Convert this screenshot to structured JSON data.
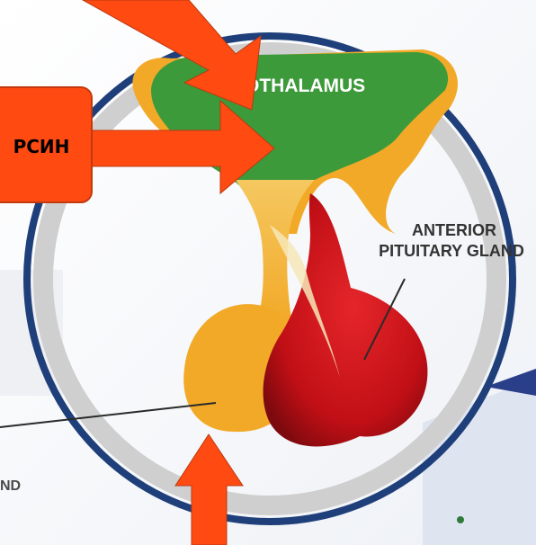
{
  "diagram": {
    "labels": {
      "hypothalamus": "OTHALAMUS",
      "anterior_line1": "ANTERIOR",
      "anterior_line2": "PITUITARY GLAND",
      "posterior_fragment": "ND",
      "callout": "РСИН"
    },
    "colors": {
      "hypothalamus": "#3d9a3a",
      "posterior": "#f2a928",
      "anterior": "#d0121c",
      "ring_outer": "#1f3f7a",
      "ring_inner": "#c9c9c9",
      "arrow": "#ff4a12",
      "callout_box": "#ff4a12"
    }
  }
}
